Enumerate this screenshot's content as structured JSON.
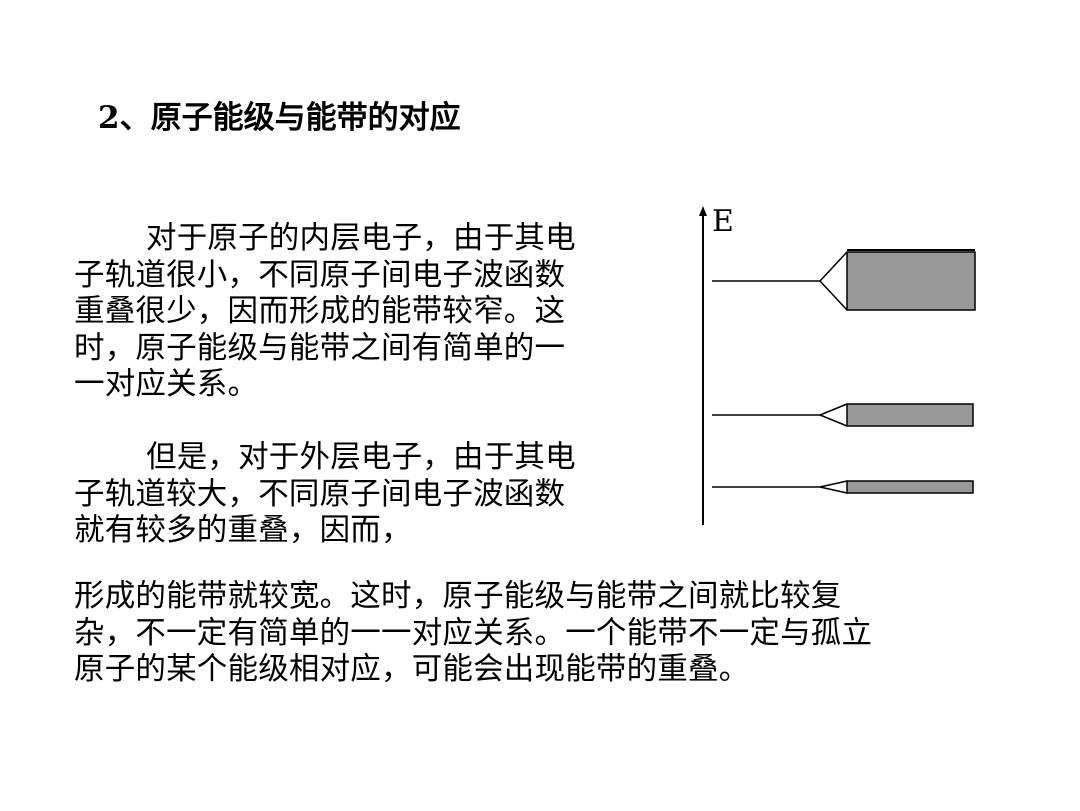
{
  "title": "2、原子能级与能带的对应",
  "paragraph1": {
    "lines": [
      "对于原子的内层电子，由于其电",
      "子轨道很小，不同原子间电子波函数",
      "重叠很少，因而形成的能带较窄。这",
      "时，原子能级与能带之间有简单的一",
      "一对应关系。"
    ]
  },
  "paragraph2": {
    "lines": [
      "但是，对于外层电子，由于其电",
      "子轨道较大，不同原子间电子波函数",
      "就有较多的重叠，因而，"
    ]
  },
  "paragraph3": {
    "lines": [
      "形成的能带就较宽。这时，原子能级与能带之间就比较复",
      "杂，不一定有简单的一一对应关系。一个能带不一定与孤立",
      "原子的某个能级相对应，可能会出现能带的重叠。"
    ]
  },
  "diagram": {
    "axis_label": "E",
    "band_fill_color": "#999999",
    "line_color": "#000000"
  }
}
